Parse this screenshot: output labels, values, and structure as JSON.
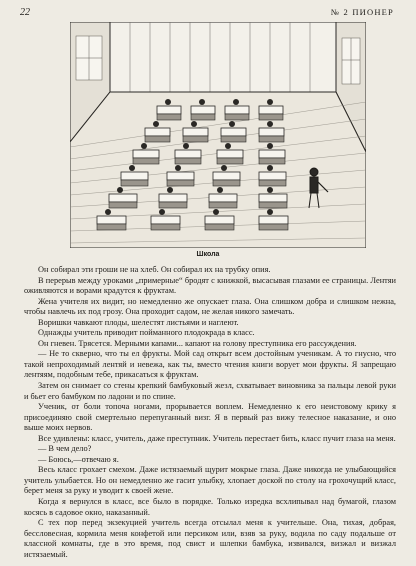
{
  "header": {
    "page_number": "22",
    "magazine": "№ 2 ПИОНЕР"
  },
  "illustration": {
    "caption": "Школа"
  },
  "paragraphs": [
    "Он собирал эти гроши не на хлеб. Он собирал их на трубку опия.",
    "В перерыв между уроками „примерные“ бродят с книжкой, высасывая глазами ее страницы. Лентяи оживляются и ворами крадутся к фруктам.",
    "Жена учителя их видит, но немедленно же опускает глаза. Она слишком добра и слишком нежна, чтобы навлечь их под грозу. Она проходит садом, не желая никого замечать.",
    "Воришки чавкают плоды, шелестят листьями и наглеют.",
    "Однажды учитель приводит пойманного плодокрада в класс.",
    "Он гневен. Трясется. Мерными капами... капают на голову преступника его рассуждения.",
    "— Не то скверно, что ты ел фрукты. Мой сад открыт всем достойным ученикам. А то гнусно, что такой непроходимый лентяй и невежа, как ты, вместо чтения книги ворует мои фрукты. Я запрещаю лентяям, подобным тебе, прикасаться к фруктам.",
    "Затем он снимает со стены крепкий бамбуковый жезл, схватывает виновника за пальцы левой руки и бьет его бамбуком по ладони и по спине.",
    "Ученик, от боли топоча ногами, прорывается воплем. Немедленно к его неистовому крику я присоединяю свой смертельно перепуганный визг. Я в первый раз вижу телесное наказание, и оно выше моих нервов.",
    "Все удивлены: класс, учитель, даже преступник. Учитель перестает бить, класс пучит глаза на меня.",
    "— В чем дело?",
    "— Боюсь,—отвечаю я.",
    "Весь класс грохает смехом. Даже истязаемый щурит мокрые глаза. Даже никогда не улыбающийся учитель улыбается. Но он немедленно же гасит улыбку, хлопает доской по столу на грохочущий класс, берет меня за руку и уводит к своей жене.",
    "Когда я вернулся в класс, все было в порядке. Только изредка всхлипывал над бумагой, глазом косясь в садовое окно, наказанный.",
    "С тех пор перед экзекуцией учитель всегда отсылал меня к учительше. Она, тихая, добрая, бессловесная, кормила меня конфетой или персиком или, взяв за руку, водила по саду подальше от классной комнаты, где в это время, под свист и шлепки бамбука, извивался, визжал и визжал истязаемый."
  ]
}
